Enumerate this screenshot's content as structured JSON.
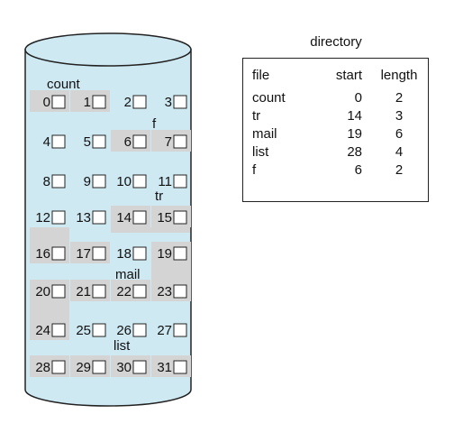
{
  "disk": {
    "blocks": [
      "0",
      "1",
      "2",
      "3",
      "4",
      "5",
      "6",
      "7",
      "8",
      "9",
      "10",
      "11",
      "12",
      "13",
      "14",
      "15",
      "16",
      "17",
      "18",
      "19",
      "20",
      "21",
      "22",
      "23",
      "24",
      "25",
      "26",
      "27",
      "28",
      "29",
      "30",
      "31"
    ],
    "file_labels": [
      {
        "text": "count",
        "first_block": 0
      },
      {
        "text": "f",
        "first_block": 6
      },
      {
        "text": "tr",
        "first_block": 14
      },
      {
        "text": "mail",
        "first_block": 19
      },
      {
        "text": "list",
        "first_block": 28
      }
    ],
    "allocated_blocks": [
      0,
      1,
      6,
      7,
      14,
      15,
      16,
      17,
      19,
      20,
      21,
      22,
      23,
      24,
      28,
      29,
      30,
      31
    ],
    "colors": {
      "cylinder_fill": "#cfe9f3",
      "allocation_fill": "#d4d4d4",
      "outline": "#222222"
    }
  },
  "directory": {
    "title": "directory",
    "headers": {
      "file": "file",
      "start": "start",
      "length": "length"
    },
    "rows": [
      {
        "file": "count",
        "start": "0",
        "length": "2"
      },
      {
        "file": "tr",
        "start": "14",
        "length": "3"
      },
      {
        "file": "mail",
        "start": "19",
        "length": "6"
      },
      {
        "file": "list",
        "start": "28",
        "length": "4"
      },
      {
        "file": "f",
        "start": "6",
        "length": "2"
      }
    ]
  }
}
